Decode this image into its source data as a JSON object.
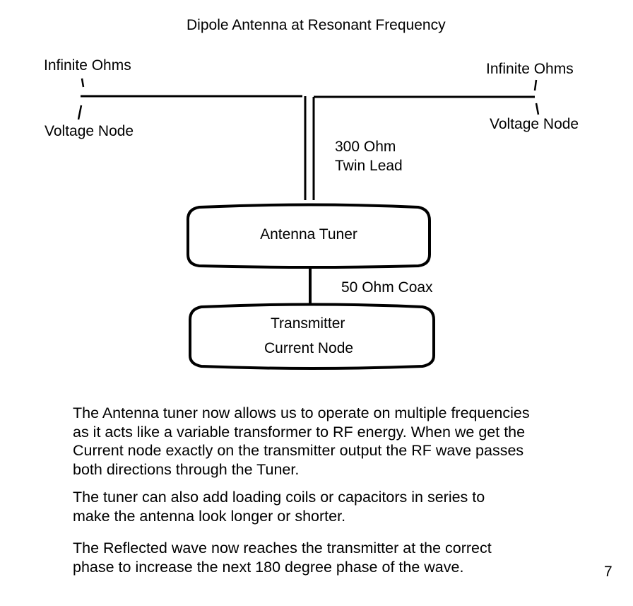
{
  "title": "Dipole Antenna at Resonant Frequency",
  "left_end": {
    "top_label": "Infinite Ohms",
    "bottom_label": "Voltage Node"
  },
  "right_end": {
    "top_label": "Infinite Ohms",
    "bottom_label": "Voltage Node"
  },
  "feedline_label": {
    "line1": "300 Ohm",
    "line2": "Twin Lead"
  },
  "tuner_box": {
    "label": "Antenna Tuner"
  },
  "coax_label": "50 Ohm Coax",
  "transmitter_box": {
    "line1": "Transmitter",
    "line2": "Current Node"
  },
  "paragraphs": [
    [
      "The Antenna tuner now allows us to operate on multiple frequencies",
      "as it acts like a variable transformer to RF energy. When we get the",
      "Current node exactly on the transmitter output the RF wave passes",
      "both directions through the Tuner."
    ],
    [
      "The tuner can also add loading coils or capacitors in series to",
      "make the antenna look longer or shorter."
    ],
    [
      "The Reflected wave now reaches the transmitter at the correct",
      "phase to increase the next 180 degree phase of the wave."
    ]
  ],
  "page_number": "7"
}
